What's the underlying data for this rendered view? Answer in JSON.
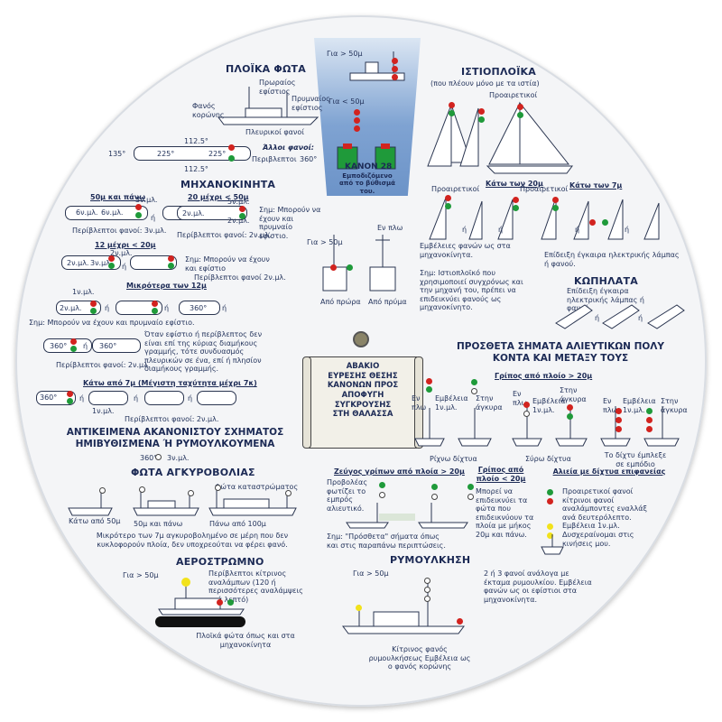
{
  "banner": {
    "label_top": "Για > 50μ",
    "label_mid": "Για < 50μ",
    "rule_title": "ΚΑΝΟΝ 28",
    "rule_text": "Εμποδιζόμενο από το βύθισμά του."
  },
  "center": {
    "lines": [
      "ΑΒΑΚΙΟ",
      "ΕΥΡΕΣΗΣ ΘΕΣΗΣ",
      "ΚΑΝΟΝΩΝ ΠΡΟΣ",
      "ΑΠΟΦΥΓΗ",
      "ΣΥΓΚΡΟΥΣΗΣ",
      "ΣΤΗ ΘΑΛΑΣΣΑ"
    ]
  },
  "ploika": {
    "title": "ΠΛΟΪΚΑ ΦΩΤΑ",
    "fwd_masthead": "Πρωραίος εφίστιος",
    "aft_masthead": "Πρυμναίος εφίστιος",
    "stern": "Φανός κορώνης",
    "sidelights": "Πλευρικοί φανοί",
    "angle_135": "135°",
    "angle_225a": "225°",
    "angle_225b": "225°",
    "angle_112a": "112.5°",
    "angle_112b": "112.5°",
    "other": "Άλλοι φανοί:",
    "perimeter": "Περιβλεπτοι",
    "deg360": "360°"
  },
  "mechanical": {
    "title": "ΜΗΧΑΝΟΚΙΝΗΤΑ",
    "over50": "50μ και πάνω",
    "to50": "20 μέχρι < 50μ",
    "note1": "Σημ: Μπορούν να έχουν και πρυμναίο εφίστιο.",
    "perim3": "Περίβλεπτοι φανοί: 3ν.μλ.",
    "perim2": "Περίβλεπτοι φανοί: 2ν.μλ.",
    "to20": "12 μέχρι < 20μ",
    "note2": "Σημ: Μπορούν να έχουν και εφίστιο",
    "perim2b": "Περίβλεπτοι φανοί 2ν.μλ.",
    "under12": "Μικρότερα των 12μ",
    "nm1": "1ν.μλ.",
    "nm2": "2ν.μλ.",
    "nm3": "3ν.μλ.",
    "nm6": "6ν.μλ.",
    "nm5": "5ν.μλ.",
    "deg360": "360°",
    "or": "ή",
    "note3": "Σημ: Μπορούν να έχουν και πρυμναίο εφίστιο.",
    "note4": "Όταν εφίστιο ή περίβλεπτος δεν είναι επί της κύριας διαμήκους γραμμής, τότε συνδυασμός πλευρικών σε ένα, επί ή πλησίον διαμήκους γραμμής.",
    "perim2c": "Περίβλεπτοι φανοί: 2ν.μλ.",
    "under7": "Κάτω από 7μ (Μέγιστη ταχύτητα μέχρι 7κ)",
    "perim2d": "Περίβλεπτοι φανοί: 2ν.μλ."
  },
  "tow": {
    "title": "ΑΝΤΙΚΕΙΜΕΝΑ ΑΚΑΝΟΝΙΣΤΟΥ ΣΧΗΜΑΤΟΣ ΗΜΙΒΥΘΙΣΜΕΝΑ Ή ΡΥΜΟΥΛΚΟΥΜΕΝΑ",
    "deg": "360°",
    "nm": "3ν.μλ."
  },
  "anchor": {
    "title": "ΦΩΤΑ ΑΓΚΥΡΟΒΟΛΙΑΣ",
    "deck": "Φώτα καταστρώματος",
    "under50": "Κάτω από 50μ",
    "over50": "50μ και πάνω",
    "over100": "Πάνω από 100μ",
    "note": "Μικρότερο των 7μ αγκυροβολημένο σε μέρη που δεν κυκλοφορούν πλοία, δεν υποχρεούται να φέρει φανό."
  },
  "hover": {
    "title": "ΑΕΡΟΣΤΡΩΜΝΟ",
    "over50": "Για > 50μ",
    "text": "Περίβλεπτοι κίτρινος αναλάμπων (120 ή περισσότερες αναλάμψεις ανά λεπτό)",
    "caption": "Πλοϊκά φώτα όπως και στα μηχανοκίνητα"
  },
  "sailing": {
    "title": "ΙΣΤΙΟΠΛΟΪΚΑ",
    "subtitle": "(που πλέουν μόνο με τα ιστία)",
    "optional": "Προαιρετικοί",
    "under20": "Κάτω των 20μ",
    "optional2": "Προαιρετικοί",
    "optional3": "Προαιρετικοί",
    "under7": "Κάτω των 7μ",
    "or": "ή",
    "vis": "Εμβέλειες φανών ως στα μηχανοκίνητα.",
    "torch": "Επίδειξη έγκαιρα ηλεκτρικής λάμπας ή φανού.",
    "note": "Σημ: Ιστιοπλοϊκό που χρησιμοποιεί συγχρόνως και την μηχανή του, πρέπει να επιδεικνύει φανούς ως μηχανοκίνητο."
  },
  "rowing": {
    "title": "ΚΩΠΗΛΑΤΑ",
    "text": "Επίδειξη έγκαιρα ηλεκτρικής λάμπας ή φανού."
  },
  "narrow": {
    "label_tow": "Για > 50μ",
    "en_plo": "Εν πλω",
    "fwd": "Από πρώρα",
    "aft": "Από πρύμα"
  },
  "fishing": {
    "title": "ΠΡΟΣΘΕΤΑ ΣΗΜΑΤΑ ΑΛΙΕΥΤΙΚΩΝ ΠΟΛΥ ΚΟΝΤΑ ΚΑΙ ΜΕΤΑΞΥ ΤΟΥΣ",
    "trawl": "Γρίπος από πλοίο > 20μ",
    "en_plo": "Εν πλω",
    "vis1": "Εμβέλεια 1ν.μλ.",
    "anchor": "Στην άγκυρα",
    "en_plo2": "Εν πλω",
    "vis2": "Εμβέλεια 1ν.μλ.",
    "anchor2": "Στην άγκυρα",
    "en_plo3": "Εν πλω",
    "vis3": "Εμβέλεια 1ν.μλ.",
    "anchor3": "Στην άγκυρα",
    "shoot": "Ρίχνω δίχτυα",
    "haul": "Σύρω δίχτυα",
    "obstruct": "Το δίχτυ έμπλεξε σε εμπόδιο",
    "pair": "Ζεύγος γρίπων από πλοία > 20μ",
    "search": "Προβολέας φωτίζει το εμπρός αλιευτικό.",
    "pair_note": "Σημ: \"Πρόσθετα\" σήματα όπως και στις παραπάνω περιπτώσεις.",
    "small": "Γρίπος από πλοίο < 20μ",
    "small_text": "Μπορεί να επιδεικνύει τα φώτα που επιδεικνύουν τα πλοία με μήκος 20μ και πάνω.",
    "surface": "Αλιεία με δίχτυα επιφανείας",
    "surface_text": "Προαιρετικοί φανοί κίτρινοι φανοί αναλάμποντες εναλλάξ ανά δευτερόλεπτο. Εμβέλεια 1ν.μλ. Δυσχεραίνομαι στις κινήσεις μου."
  },
  "towing": {
    "title": "ΡΥΜΟΥΛΚΗΣΗ",
    "over50": "Για > 50μ",
    "text": "2 ή 3 φανοί ανάλογα με έκταμα ρυμουλκίου. Εμβέλεια φανών ως οι εφίστιοι στα μηχανοκίνητα.",
    "caption": "Κίτρινος φανός ρυμουλκήσεως Εμβέλεια ως ο φανός κορώνης"
  },
  "colors": {
    "navy": "#1c2a55",
    "red": "#d2231f",
    "green": "#1f9a3a",
    "yellow": "#f2e21b",
    "blue_banner": "#6c93c8"
  }
}
